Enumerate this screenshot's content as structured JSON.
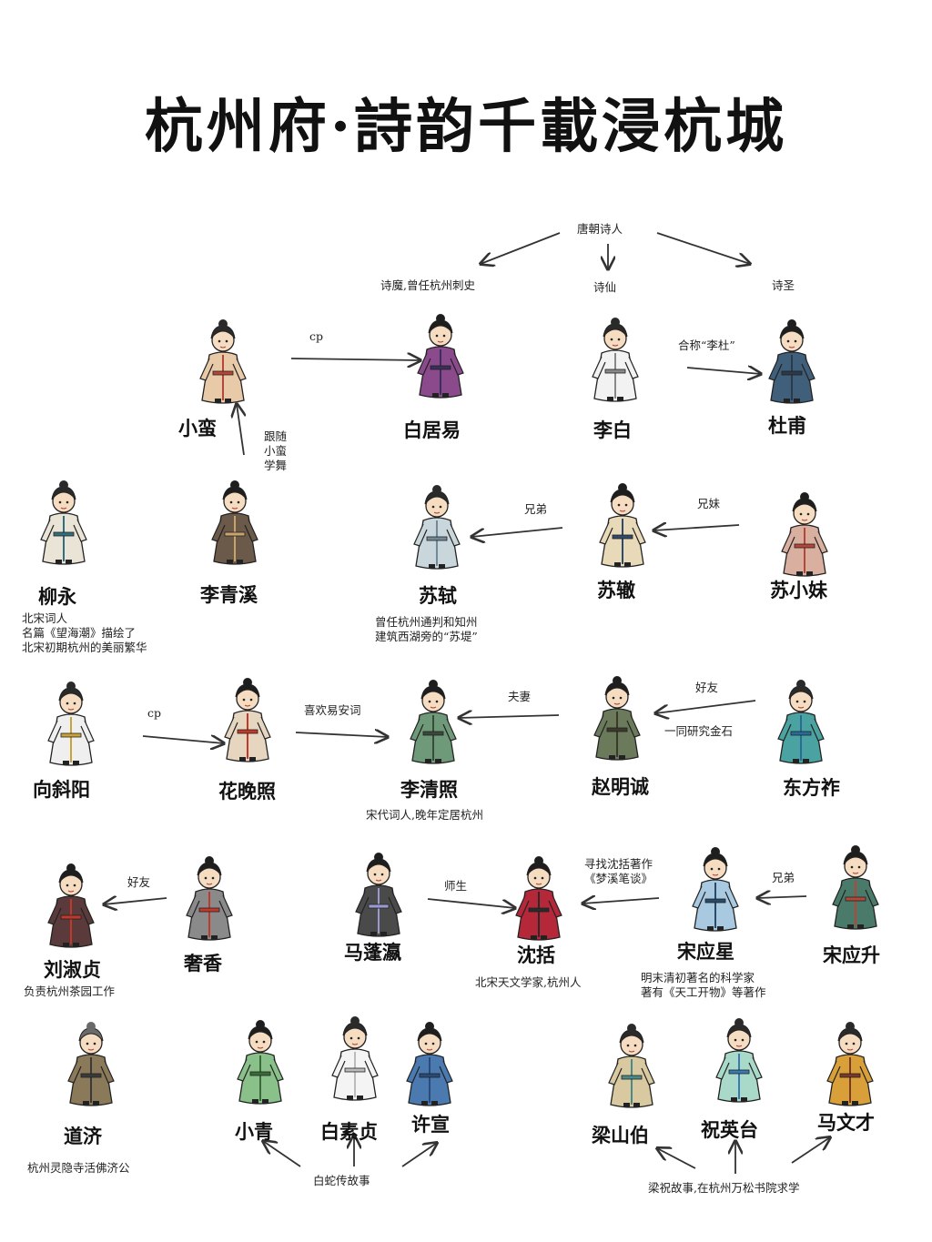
{
  "title": "杭州府·詩韵千載浸杭城",
  "colors": {
    "ink": "#222222",
    "arrow": "#333333"
  },
  "characters": {
    "xiaoman": "小蛮",
    "baijuyi": "白居易",
    "libai": "李白",
    "dufu": "杜甫",
    "liuyong": "柳永",
    "liqingxi": "李青溪",
    "sushi": "苏轼",
    "suzhe": "苏辙",
    "suxiaomei": "苏小妹",
    "xiangxieyang": "向斜阳",
    "huawanzhao": "花晚照",
    "liqingzhao": "李清照",
    "zhaomingcheng": "赵明诚",
    "dongfangzuo": "东方祚",
    "liushuzhen": "刘淑贞",
    "shexiang": "奢香",
    "mapengying": "马蓬瀛",
    "shenkuo": "沈括",
    "songyingxing": "宋应星",
    "songyingsheng": "宋应升",
    "daoji": "道济",
    "xiaoqing": "小青",
    "baisuzhen": "白素贞",
    "xuxuan": "许宣",
    "liangshanbo": "梁山伯",
    "zhuyingtai": "祝英台",
    "mawencai": "马文才"
  },
  "labels": {
    "tang_poets": "唐朝诗人",
    "shimo": "诗魔,曾任杭州刺史",
    "shixian": "诗仙",
    "shisheng": "诗圣",
    "cp1": "cp",
    "heli_du": "合称“李杜”",
    "follow": [
      "跟随",
      "小蛮",
      "学舞"
    ],
    "xiongdi1": "兄弟",
    "xiongmei": "兄妹",
    "cp2": "cp",
    "like_yian": "喜欢易安词",
    "fuqi": "夫妻",
    "haoyou1": "好友",
    "jinshi": "一同研究金石",
    "haoyou2": "好友",
    "shisheng2": "师生",
    "xunzhao": [
      "寻找沈括著作",
      "《梦溪笔谈》"
    ],
    "xiongdi2": "兄弟",
    "baishe": "白蛇传故事",
    "liangzhu": "梁祝故事,在杭州万松书院求学"
  },
  "notes": {
    "liuyong": [
      "北宋词人",
      "名篇《望海潮》描绘了",
      "北宋初期杭州的美丽繁华"
    ],
    "sushi": [
      "曾任杭州通判和知州",
      "建筑西湖旁的“苏堤”"
    ],
    "liqingzhao": [
      "宋代词人,晚年定居杭州"
    ],
    "liushuzhen": [
      "负责杭州茶园工作"
    ],
    "shenkuo": [
      "北宋天文学家,杭州人"
    ],
    "songyingxing": [
      "明末清初著名的科学家",
      "著有《天工开物》等著作"
    ],
    "daoji": [
      "杭州灵隐寺活佛济公"
    ]
  }
}
